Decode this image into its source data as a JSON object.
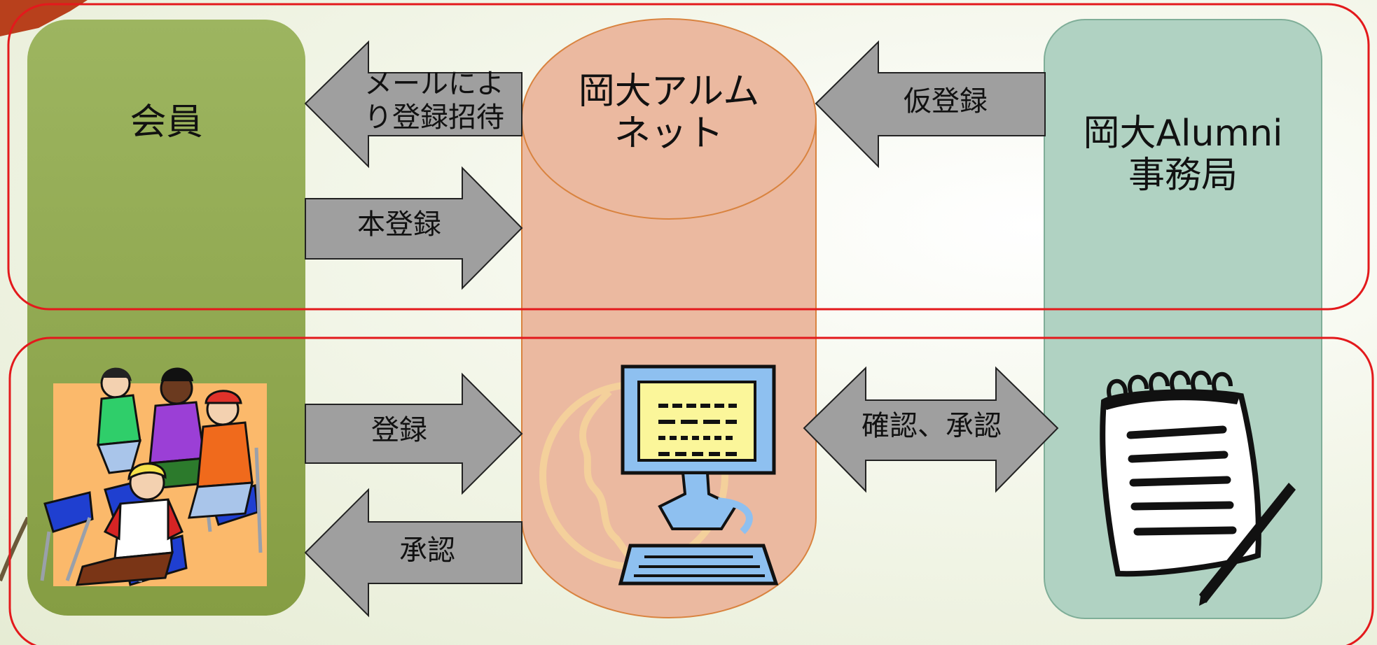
{
  "colors": {
    "member_box": "#8fa84f",
    "alumnet_cylinder": "#ebb9a0",
    "office_box": "#b0d2c2",
    "arrow_fill": "#9f9f9f",
    "frame_red": "#e3191c"
  },
  "nodes": {
    "member": {
      "label": "会員"
    },
    "alumnet": {
      "line1": "岡大アルム",
      "line2": "ネット"
    },
    "office": {
      "line1": "岡大Alumni",
      "line2": "事務局"
    }
  },
  "arrows": {
    "invite": {
      "line1": "メールによ",
      "line2": "り登録招待"
    },
    "main_registration": "本登録",
    "provisional": "仮登録",
    "register": "登録",
    "approval": "承認",
    "confirm_approve": "確認、承認"
  },
  "icons": {
    "members": "people-sitting-icon",
    "computer": "computer-icon",
    "globe": "globe-icon",
    "notepad": "notepad-icon"
  }
}
